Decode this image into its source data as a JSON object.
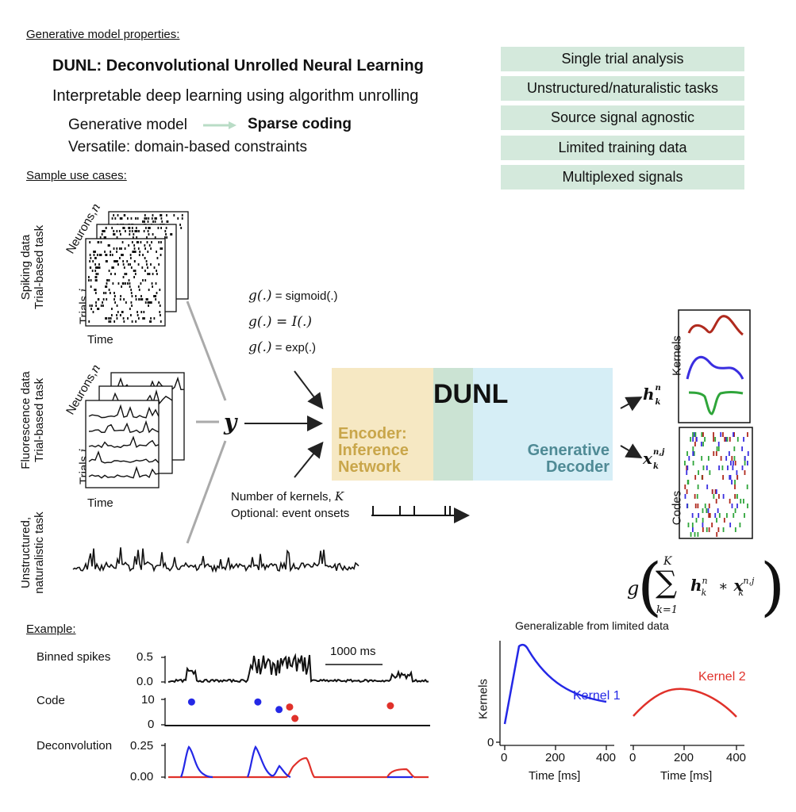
{
  "header": {
    "section_properties": "Generative model properties:",
    "title": "DUNL: Deconvolutional Unrolled Neural Learning",
    "subtitle": "Interpretable deep learning using algorithm unrolling",
    "generative_model_label": "Generative model",
    "sparse_coding": "Sparse coding",
    "versatile": "Versatile: domain-based constraints"
  },
  "properties": [
    "Single trial analysis",
    "Unstructured/naturalistic tasks",
    "Source signal agnostic",
    "Limited training data",
    "Multiplexed signals"
  ],
  "use_cases": {
    "section": "Sample use cases:",
    "spiking": [
      "Spiking data",
      "Trial-based task"
    ],
    "fluorescence": [
      "Fluorescence data",
      "Trial-based task"
    ],
    "unstructured": [
      "Unstructured,",
      "naturalistic task"
    ],
    "neurons_label": "Neurons,",
    "neurons_var": "n",
    "trials_label": "Trials,",
    "trials_var": "j",
    "time": "Time"
  },
  "links": {
    "g_sigmoid_prefix": "g(.)",
    "g_sigmoid_suffix": " = sigmoid(.)",
    "g_identity": "g(.) = I(.)",
    "g_exp_prefix": "g(.)",
    "g_exp_suffix": " = exp(.)",
    "y": "y",
    "num_kernels": "Number of kernels,",
    "num_kernels_var": "K",
    "event_onsets": "Optional: event onsets"
  },
  "dunl": {
    "title": "DUNL",
    "encoder_line1": "Encoder:",
    "encoder_line2": "Inference",
    "encoder_line3": "Network",
    "decoder_line1": "Generative",
    "decoder_line2": "Decoder",
    "encoder_color": "#f6e8c3",
    "overlap_color": "#cbe3d3",
    "decoder_color": "#d6eef6",
    "encoder_text_color": "#c9a64a",
    "decoder_text_color": "#4f8a95"
  },
  "outputs": {
    "kernels_label": "Kernels",
    "codes_label": "Codes",
    "h_label": "h",
    "h_sub": "k",
    "h_sup": "n",
    "x_label": "x",
    "x_sub": "k",
    "x_sup": "n,j",
    "formula_g": "g",
    "formula_sum": "∑",
    "formula_upper": "K",
    "formula_lower": "k=1",
    "formula_body": "h",
    "formula_star": "∗",
    "formula_body2": "x",
    "kernel_colors": [
      "#b02a1e",
      "#3a2ee0",
      "#2fa53a"
    ]
  },
  "example": {
    "section": "Example:",
    "binned_spikes": "Binned spikes",
    "code": "Code",
    "deconvolution": "Deconvolution",
    "binned_ticks": [
      "0.5",
      "0.0"
    ],
    "code_ticks": [
      "10",
      "0"
    ],
    "deconv_ticks": [
      "0.25",
      "0.00"
    ],
    "scalebar": "1000 ms",
    "code_points_blue": [
      [
        0.1,
        9
      ],
      [
        0.35,
        9
      ],
      [
        0.43,
        6
      ]
    ],
    "code_points_red": [
      [
        0.47,
        7
      ],
      [
        0.49,
        2.5
      ],
      [
        0.85,
        7.5
      ]
    ]
  },
  "generalizable": {
    "title": "Generalizable from limited data",
    "ylabel": "Kernels",
    "y_tick": "0",
    "kernel1": "Kernel 1",
    "kernel2": "Kernel 2",
    "xlabel": "Time [ms]",
    "x_ticks": [
      "0",
      "200",
      "400"
    ],
    "xlim": [
      0,
      400
    ]
  }
}
